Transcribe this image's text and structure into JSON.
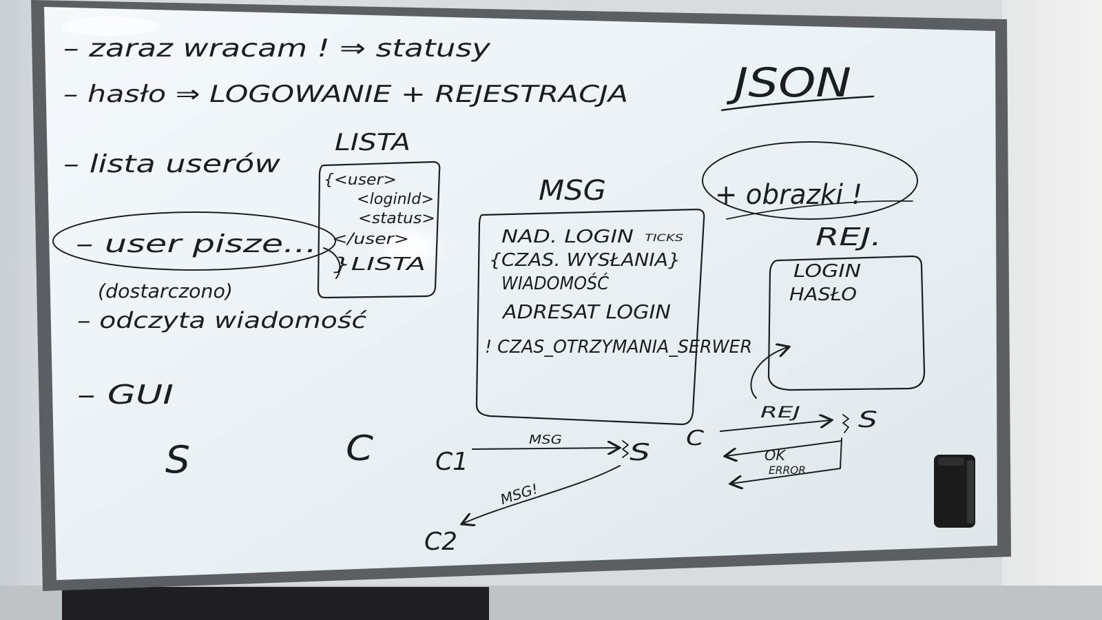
{
  "board": {
    "colors": {
      "frame": "#5c5f62",
      "surface": "#eef3f6",
      "ink": "#1a1d22",
      "eraser": "#1b1b1b"
    },
    "left_list": [
      "– zaraz wracam ! ⇒ statusy",
      "– hasło ⇒ LOGOWANIE + REJESTRACJA",
      "– lista userów",
      "– user pisze...",
      "(dostarczono)",
      "– odczyta wiadomość",
      "– GUI"
    ],
    "json_title": "JSON",
    "lista_box": {
      "label": "LISTA",
      "lines": [
        "{<user>",
        "<loginId>",
        "<status>",
        "</user>",
        "}LISTA"
      ]
    },
    "msg_box": {
      "label": "MSG",
      "lines": [
        "NAD. LOGIN",
        "{CZAS. WYSŁANIA}",
        "WIADOMOŚĆ",
        "ADRESAT LOGIN",
        "! CZAS_OTRZYMANIA_SERWER"
      ],
      "ticks_note": "TICKS"
    },
    "obrazki_note": "+ obrazki !",
    "rej_box": {
      "label": "REJ.",
      "lines": [
        "LOGIN",
        "HASŁO"
      ]
    },
    "bottom_left": {
      "s_label": "S",
      "c_label": "C"
    },
    "msg_flow": {
      "c1": "C1",
      "c2": "C2",
      "msg_arrow": "MSG",
      "msg_reply": "MSG!",
      "server": "S"
    },
    "rej_flow": {
      "c": "C",
      "s": "S",
      "rej_arrow": "REJ",
      "ok_label": "OK",
      "error_label": "ERROR"
    }
  }
}
